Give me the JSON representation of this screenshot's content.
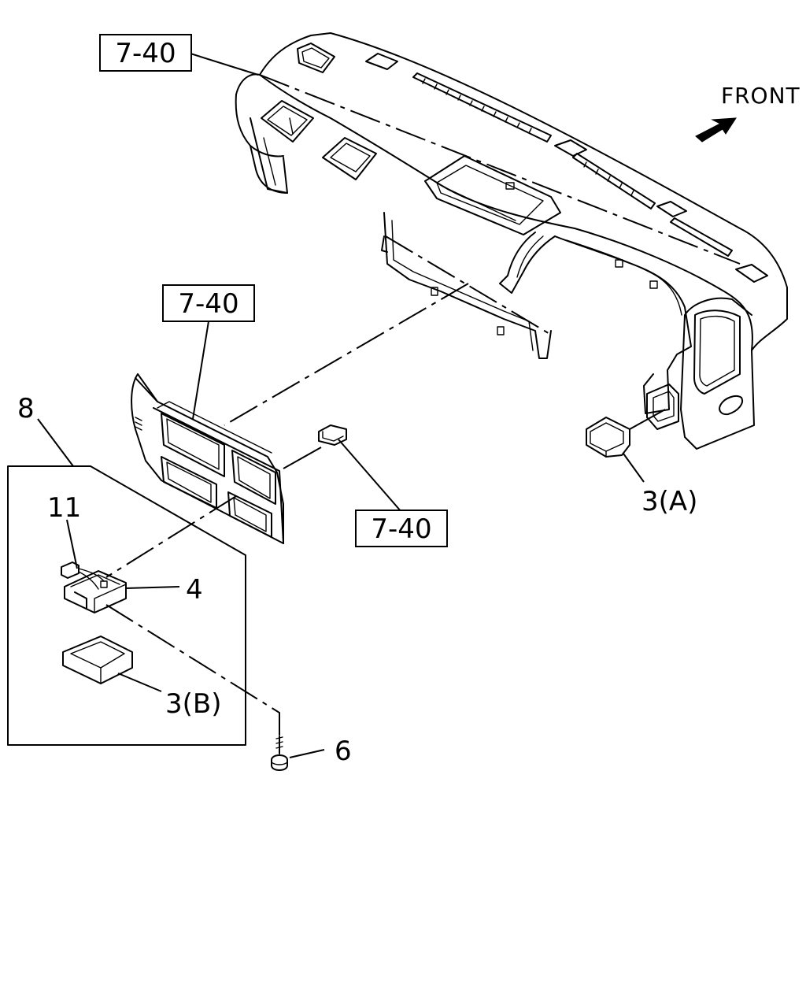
{
  "labels": {
    "ref_top": "7-40",
    "ref_middle": "7-40",
    "ref_clip": "7-40",
    "front": "FRONT",
    "part_8": "8",
    "part_11": "11",
    "part_4": "4",
    "part_3a": "3(A)",
    "part_3b": "3(B)",
    "part_6": "6"
  },
  "icons": {
    "front_direction": "arrow-up-right-icon"
  }
}
